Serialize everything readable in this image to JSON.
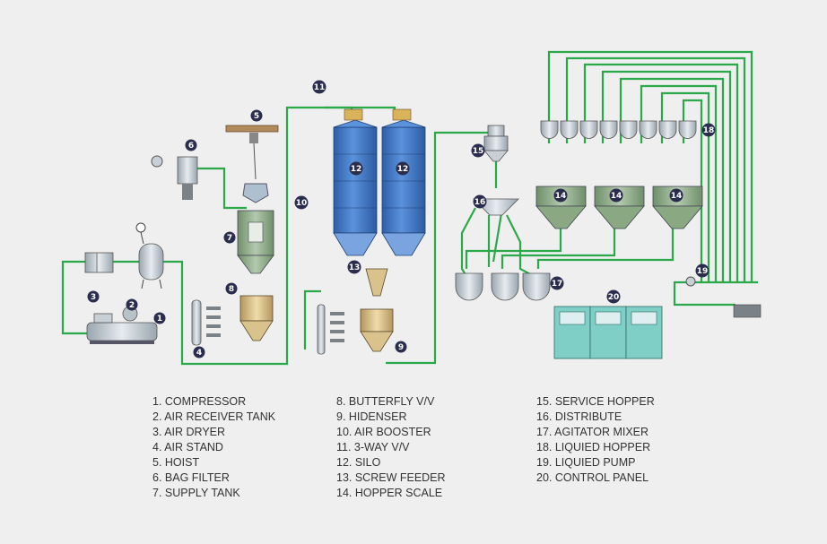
{
  "legend": {
    "columns": [
      [
        {
          "n": "1",
          "label": "1. COMPRESSOR"
        },
        {
          "n": "2",
          "label": "2. AIR RECEIVER TANK"
        },
        {
          "n": "3",
          "label": "3. AIR DRYER"
        },
        {
          "n": "4",
          "label": "4. AIR STAND"
        },
        {
          "n": "5",
          "label": "5. HOIST"
        },
        {
          "n": "6",
          "label": "6. BAG FILTER"
        },
        {
          "n": "7",
          "label": "7. SUPPLY TANK"
        }
      ],
      [
        {
          "n": "8",
          "label": "8. BUTTERFLY V/V"
        },
        {
          "n": "9",
          "label": "9. HIDENSER"
        },
        {
          "n": "10",
          "label": "10. AIR BOOSTER"
        },
        {
          "n": "11",
          "label": "11. 3-WAY V/V"
        },
        {
          "n": "12",
          "label": "12. SILO"
        },
        {
          "n": "13",
          "label": "13. SCREW FEEDER"
        },
        {
          "n": "14",
          "label": "14. HOPPER SCALE"
        }
      ],
      [
        {
          "n": "15",
          "label": "15. SERVICE HOPPER"
        },
        {
          "n": "16",
          "label": "16. DISTRIBUTE"
        },
        {
          "n": "17",
          "label": "17. AGITATOR MIXER"
        },
        {
          "n": "18",
          "label": "18. LIQUIED HOPPER"
        },
        {
          "n": "19",
          "label": "19. LIQUIED  PUMP"
        },
        {
          "n": "20",
          "label": "20. CONTROL PANEL"
        }
      ]
    ]
  },
  "markers": [
    "1",
    "2",
    "3",
    "4",
    "5",
    "6",
    "7",
    "8",
    "9",
    "10",
    "11",
    "12",
    "12",
    "13",
    "14",
    "14",
    "14",
    "15",
    "16",
    "17",
    "18",
    "19",
    "20"
  ],
  "colors": {
    "background": "#efefef",
    "pipe": "#2aa84a",
    "silo": "#3d74c4",
    "tank_green": "#8aa882",
    "equipment_gray": "#cfd6dc",
    "panel": "#7fcfc7",
    "marker": "#2a2d4d",
    "legend_text": "#333333"
  }
}
